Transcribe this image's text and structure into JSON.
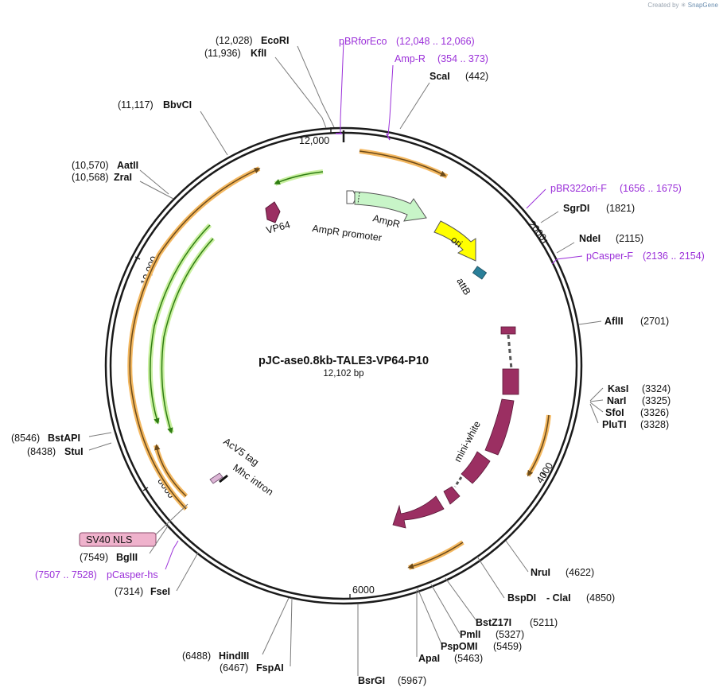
{
  "credit": {
    "prefix": "Created by",
    "brand": "SnapGene"
  },
  "plasmid": {
    "name": "pJC-ase0.8kb-TALE3-VP64-P10",
    "size_label": "12,102 bp"
  },
  "ticks": [
    "12,000",
    "2000",
    "4000",
    "6000",
    "8000",
    "10,000"
  ],
  "features": {
    "vp64": "VP64",
    "ampr": "AmpR",
    "ampr_promoter": "AmpR promoter",
    "ori": "ori",
    "attb": "attB",
    "mini_white": "mini-white",
    "acv5_tag": "AcV5 tag",
    "mhc_intron": "Mhc intron",
    "sv40_nls": "SV40 NLS"
  },
  "sites": [
    {
      "id": "ecori",
      "name": "EcoRI",
      "pos": "(12,028)"
    },
    {
      "id": "kfli",
      "name": "KflI",
      "pos": "(11,936)"
    },
    {
      "id": "bbvci",
      "name": "BbvCI",
      "pos": "(11,117)"
    },
    {
      "id": "aatii",
      "name": "AatII",
      "pos": "(10,570)"
    },
    {
      "id": "zrai",
      "name": "ZraI",
      "pos": "(10,568)"
    },
    {
      "id": "scai",
      "name": "ScaI",
      "pos": "(442)"
    },
    {
      "id": "sgrdi",
      "name": "SgrDI",
      "pos": "(1821)"
    },
    {
      "id": "ndei",
      "name": "NdeI",
      "pos": "(2115)"
    },
    {
      "id": "aflii",
      "name": "AflII",
      "pos": "(2701)"
    },
    {
      "id": "kasi",
      "name": "KasI",
      "pos": "(3324)"
    },
    {
      "id": "nari",
      "name": "NarI",
      "pos": "(3325)"
    },
    {
      "id": "sfoi",
      "name": "SfoI",
      "pos": "(3326)"
    },
    {
      "id": "pluti",
      "name": "PluTI",
      "pos": "(3328)"
    },
    {
      "id": "nrui",
      "name": "NruI",
      "pos": "(4622)"
    },
    {
      "id": "bspdi",
      "name": "BspDI",
      "pos": ""
    },
    {
      "id": "clai",
      "name": "- ClaI",
      "pos": "(4850)"
    },
    {
      "id": "bstz17i",
      "name": "BstZ17I",
      "pos": "(5211)"
    },
    {
      "id": "pmli",
      "name": "PmlI",
      "pos": "(5327)"
    },
    {
      "id": "pspomi",
      "name": "PspOMI",
      "pos": "(5459)"
    },
    {
      "id": "apai",
      "name": "ApaI",
      "pos": "(5463)"
    },
    {
      "id": "bsrgi",
      "name": "BsrGI",
      "pos": "(5967)"
    },
    {
      "id": "hindiii",
      "name": "HindIII",
      "pos": "(6488)"
    },
    {
      "id": "fspai",
      "name": "FspAI",
      "pos": "(6467)"
    },
    {
      "id": "fsei",
      "name": "FseI",
      "pos": "(7314)"
    },
    {
      "id": "bglii",
      "name": "BglII",
      "pos": "(7549)"
    },
    {
      "id": "bstapi",
      "name": "BstAPI",
      "pos": "(8546)"
    },
    {
      "id": "stui",
      "name": "StuI",
      "pos": "(8438)"
    }
  ],
  "primers": [
    {
      "id": "pbrforeco",
      "name": "pBRforEco",
      "range": "(12,048 .. 12,066)"
    },
    {
      "id": "ampr_primer",
      "name": "Amp-R",
      "range": "(354 .. 373)"
    },
    {
      "id": "pbr322ori",
      "name": "pBR322ori-F",
      "range": "(1656 .. 1675)"
    },
    {
      "id": "pcasperf",
      "name": "pCasper-F",
      "range": "(2136 .. 2154)"
    },
    {
      "id": "pcasperhs",
      "name": "pCasper-hs",
      "range": "(7507 .. 7528)"
    }
  ],
  "colors": {
    "backbone": "#1a1a1a",
    "primer": "#9b30d9",
    "orange_arc": "#f4b860",
    "green_arc": "#c9f0a0",
    "ampr_fill": "#c8f5c8",
    "ori_fill": "#ffff00",
    "attb_fill": "#2a7f99",
    "maroon": "#9b2f62"
  }
}
